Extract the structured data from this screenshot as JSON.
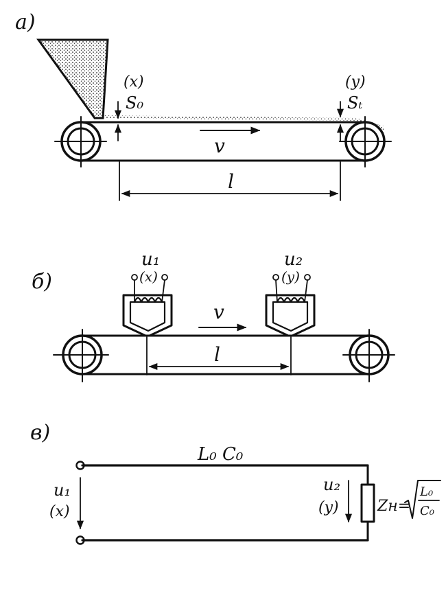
{
  "panel_a": {
    "label": "а)",
    "x_mark": "(x)",
    "y_mark": "(y)",
    "s0": "S₀",
    "st": "Sₜ",
    "v": "v",
    "l": "l"
  },
  "panel_b": {
    "label": "б)",
    "u1": "u₁",
    "u2": "u₂",
    "x_mark": "(x)",
    "y_mark": "(y)",
    "v": "v",
    "l": "l"
  },
  "panel_c": {
    "label": "в)",
    "line_params": "L₀ C₀",
    "u1": "u₁",
    "x_mark": "(x)",
    "u2": "u₂",
    "y_mark": "(y)",
    "z_label": "Zн=",
    "lo": "L₀",
    "co": "C₀"
  },
  "colors": {
    "ink": "#111111",
    "background": "#ffffff"
  }
}
